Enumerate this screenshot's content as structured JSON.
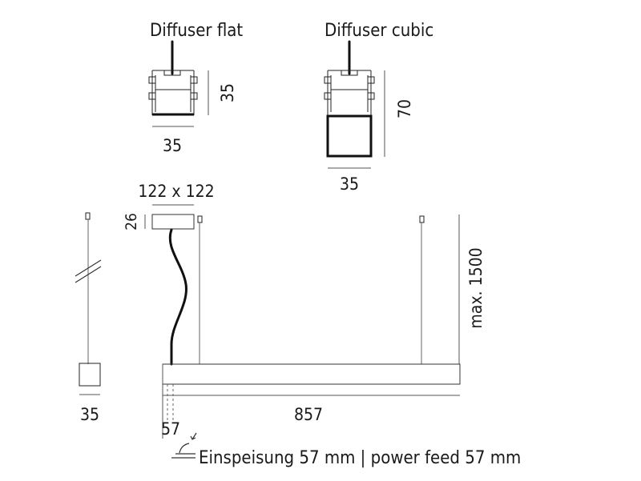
{
  "labels": {
    "diffuser_flat": "Diffuser flat",
    "diffuser_cubic": "Diffuser cubic",
    "flat_height": "35",
    "flat_width": "35",
    "cubic_height": "70",
    "cubic_width": "35",
    "canopy_size": "122 x 122",
    "canopy_height": "26",
    "suspension_length": "max. 1500",
    "side_width": "35",
    "length": "857",
    "feed_offset": "57",
    "power_feed": "Einspeisung 57 mm | power feed 57 mm"
  }
}
